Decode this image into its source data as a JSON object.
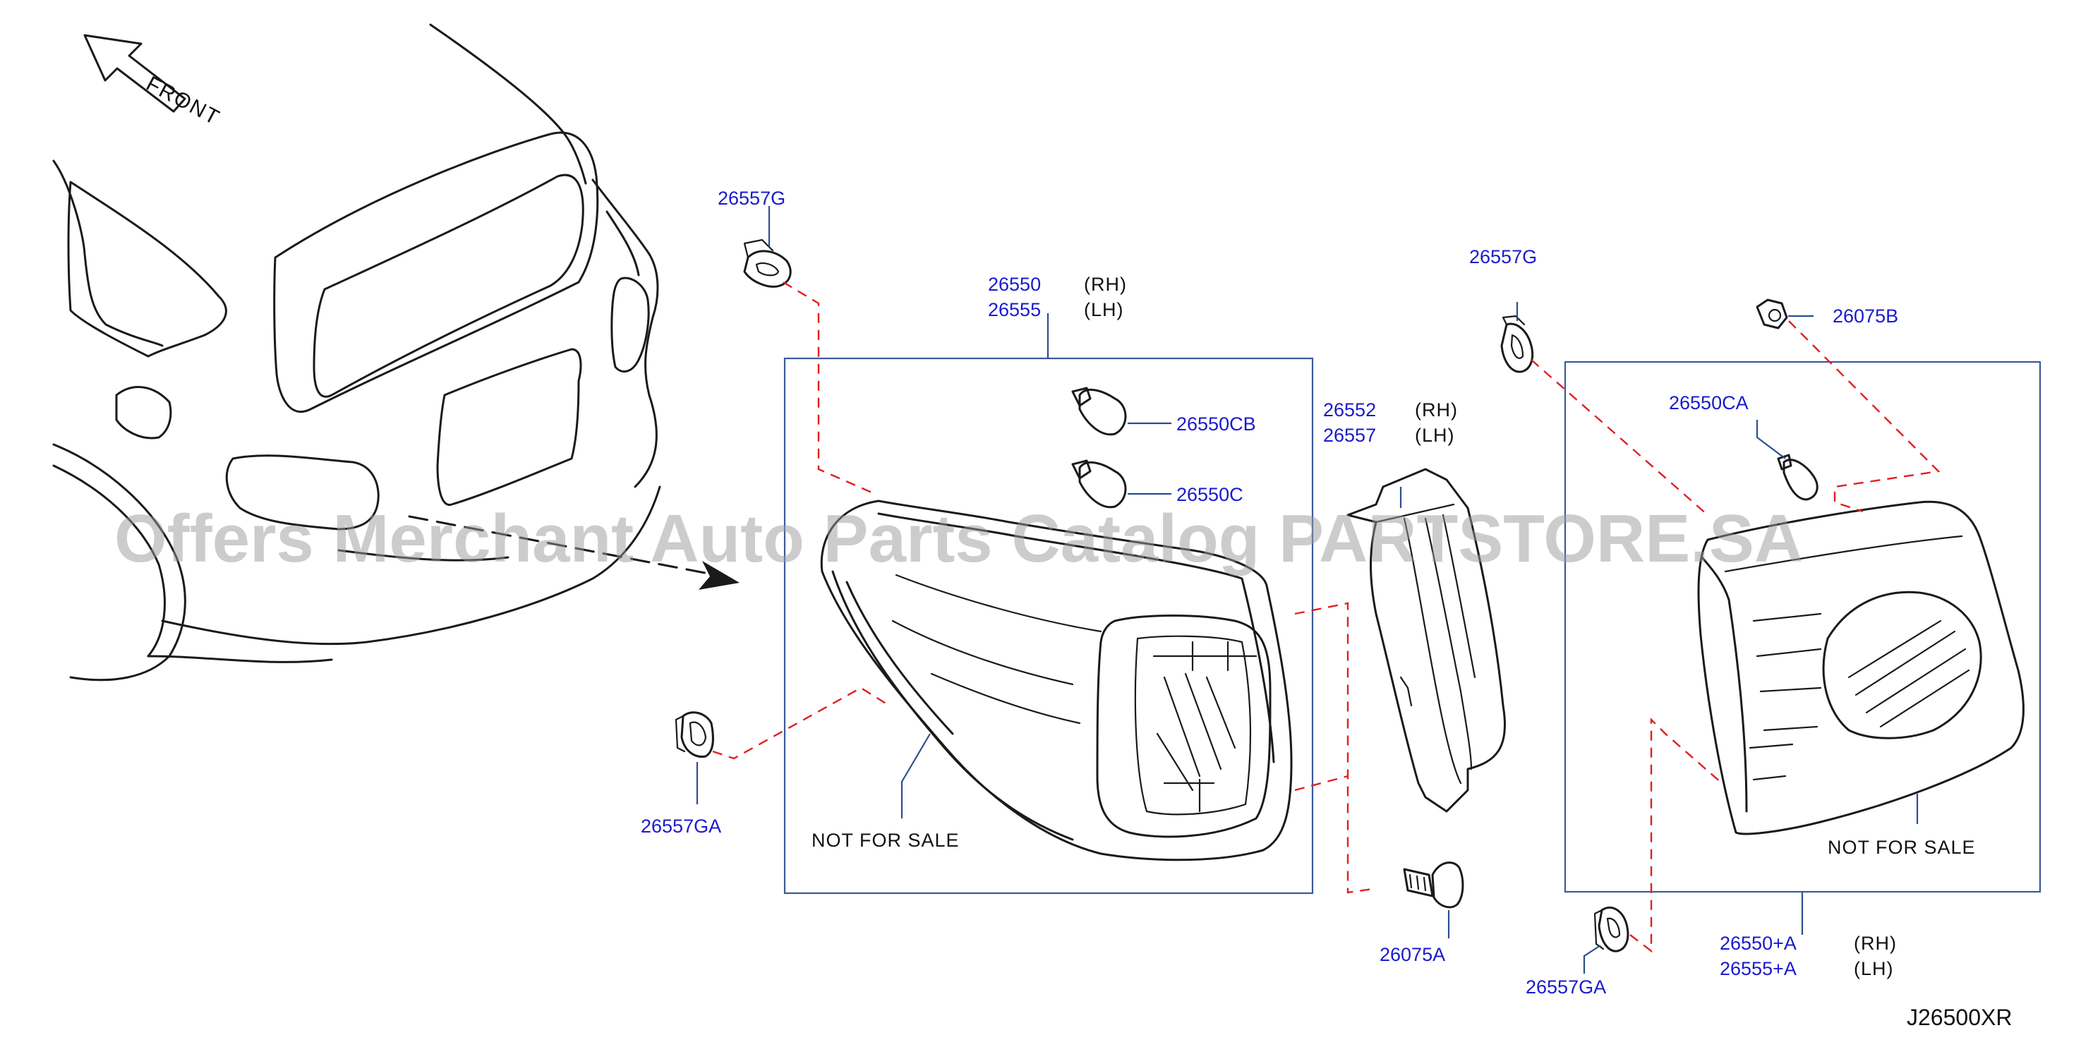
{
  "front_label": "FRONT",
  "watermark": "Offers Merchant Auto Parts Catalog PARTSTORE.SA",
  "diagram_code": "J26500XR",
  "not_for_sale": "NOT  FOR  SALE",
  "parts": {
    "p26557g_a": "26557G",
    "p26550": "26550",
    "p26550_side": "(RH)",
    "p26555": "26555",
    "p26555_side": "(LH)",
    "p26550cb": "26550CB",
    "p26550c": "26550C",
    "p26557ga_a": "26557GA",
    "p26552": "26552",
    "p26552_side": "(RH)",
    "p26557": "26557",
    "p26557_side": "(LH)",
    "p26075a": "26075A",
    "p26557g_b": "26557G",
    "p26075b": "26075B",
    "p26550ca": "26550CA",
    "p26550a": "26550+A",
    "p26550a_side": "(RH)",
    "p26555a": "26555+A",
    "p26555a_side": "(LH)",
    "p26557ga_b": "26557GA"
  }
}
